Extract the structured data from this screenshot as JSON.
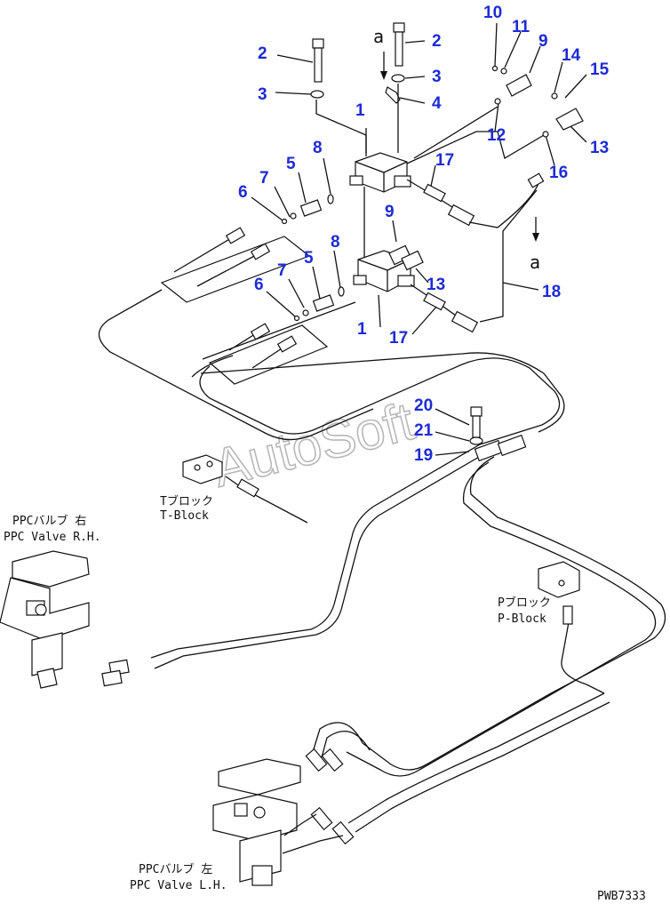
{
  "diagram": {
    "callouts": [
      {
        "id": "c2a",
        "text": "2"
      },
      {
        "id": "c3a",
        "text": "3"
      },
      {
        "id": "c2b",
        "text": "2"
      },
      {
        "id": "c3b",
        "text": "3"
      },
      {
        "id": "c4",
        "text": "4"
      },
      {
        "id": "c10",
        "text": "10"
      },
      {
        "id": "c11",
        "text": "11"
      },
      {
        "id": "c9a",
        "text": "9"
      },
      {
        "id": "c14",
        "text": "14"
      },
      {
        "id": "c15",
        "text": "15"
      },
      {
        "id": "c12",
        "text": "12"
      },
      {
        "id": "c13a",
        "text": "13"
      },
      {
        "id": "c16",
        "text": "16"
      },
      {
        "id": "c1a",
        "text": "1"
      },
      {
        "id": "c8a",
        "text": "8"
      },
      {
        "id": "c5a",
        "text": "5"
      },
      {
        "id": "c7a",
        "text": "7"
      },
      {
        "id": "c6a",
        "text": "6"
      },
      {
        "id": "c17a",
        "text": "17"
      },
      {
        "id": "c9b",
        "text": "9"
      },
      {
        "id": "c13b",
        "text": "13"
      },
      {
        "id": "c18",
        "text": "18"
      },
      {
        "id": "c8b",
        "text": "8"
      },
      {
        "id": "c5b",
        "text": "5"
      },
      {
        "id": "c7b",
        "text": "7"
      },
      {
        "id": "c6b",
        "text": "6"
      },
      {
        "id": "c1b",
        "text": "1"
      },
      {
        "id": "c17b",
        "text": "17"
      },
      {
        "id": "c20",
        "text": "20"
      },
      {
        "id": "c21",
        "text": "21"
      },
      {
        "id": "c19",
        "text": "19"
      }
    ],
    "view_marker": "a",
    "labels": {
      "t_block_jp": "Tブロック",
      "t_block_en": "T-Block",
      "ppc_rh_jp": "PPCバルブ 右",
      "ppc_rh_en": "PPC Valve R.H.",
      "p_block_jp": "Pブロック",
      "p_block_en": "P-Block",
      "ppc_lh_jp": "PPCバルブ 左",
      "ppc_lh_en": "PPC Valve L.H."
    },
    "watermark": "AutoSoft",
    "drawing_code": "PWB7333"
  }
}
